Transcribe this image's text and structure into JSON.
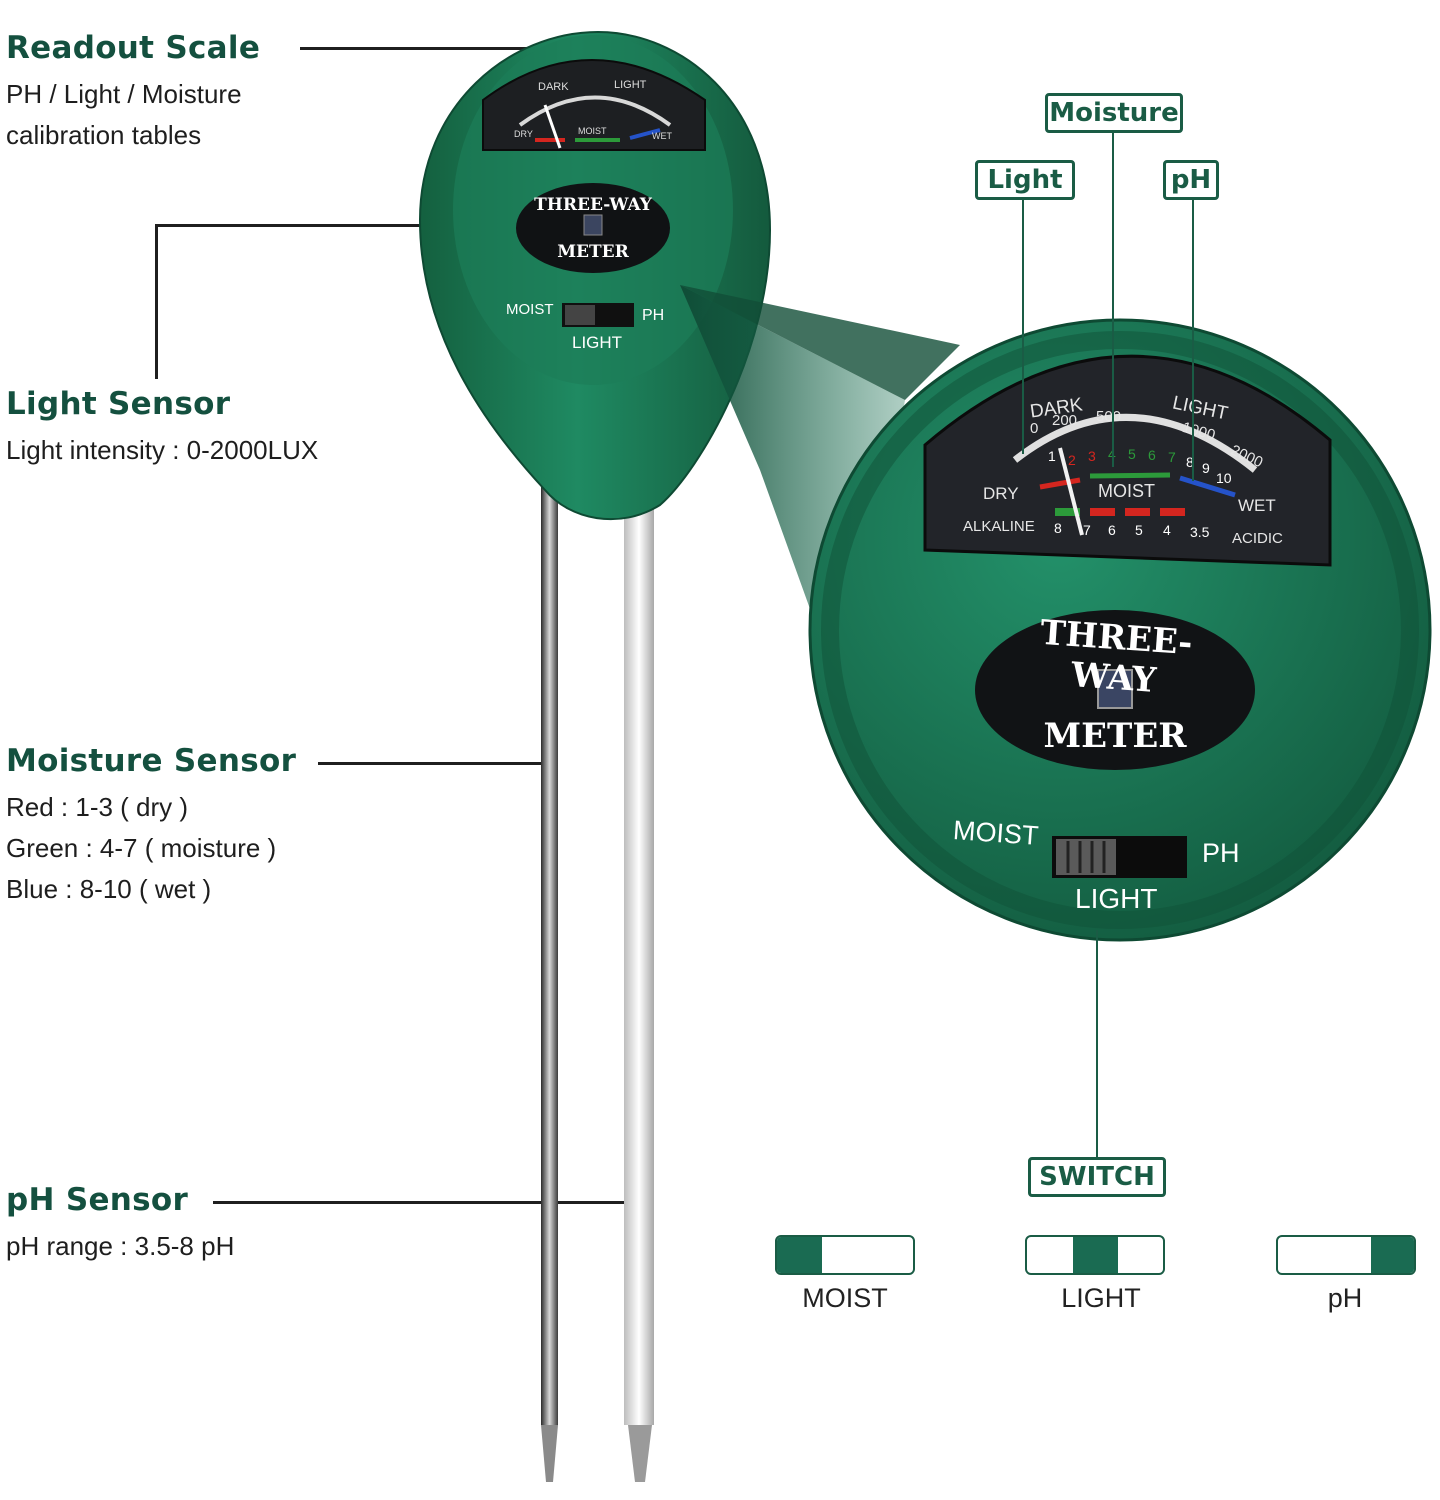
{
  "annotations": {
    "readout": {
      "title": "Readout Scale",
      "lines": [
        "PH / Light / Moisture",
        "calibration tables"
      ]
    },
    "light": {
      "title": "Light Sensor",
      "lines": [
        "Light intensity : 0-2000LUX"
      ]
    },
    "moisture": {
      "title": "Moisture Sensor",
      "lines": [
        "Red : 1-3 ( dry )",
        "Green : 4-7 ( moisture )",
        "Blue : 8-10 ( wet )"
      ]
    },
    "ph": {
      "title": "pH Sensor",
      "lines": [
        "pH range : 3.5-8 pH"
      ]
    }
  },
  "callouts": {
    "moisture": "Moisture",
    "light": "Light",
    "ph": "pH",
    "switch": "SWITCH"
  },
  "meter": {
    "badge_top": "THREE-WAY",
    "badge_bottom": "METER",
    "switch": {
      "left": "MOIST",
      "bottom": "LIGHT",
      "right": "PH"
    },
    "dial": {
      "dark": "DARK",
      "light": "LIGHT",
      "dry": "DRY",
      "wet": "WET",
      "moist": "MOIST",
      "alkaline": "ALKALINE",
      "acidic": "ACIDIC",
      "lux_left": [
        "0",
        "200",
        "500"
      ],
      "lux_right": [
        "1000",
        "2000"
      ],
      "moisture_scale": [
        "1",
        "2",
        "3",
        "4",
        "5",
        "6",
        "7",
        "8",
        "9",
        "10"
      ],
      "ph_scale": [
        "8",
        "7",
        "6",
        "5",
        "4",
        "3.5"
      ]
    }
  },
  "switch_modes": [
    {
      "label": "MOIST",
      "position": "left"
    },
    {
      "label": "LIGHT",
      "position": "center"
    },
    {
      "label": "pH",
      "position": "right"
    }
  ],
  "colors": {
    "brand_green": "#1a5c45",
    "body_green": "#1e7a5a",
    "dry": "#d4261f",
    "moist": "#2c9a3a",
    "wet": "#2553c9"
  }
}
